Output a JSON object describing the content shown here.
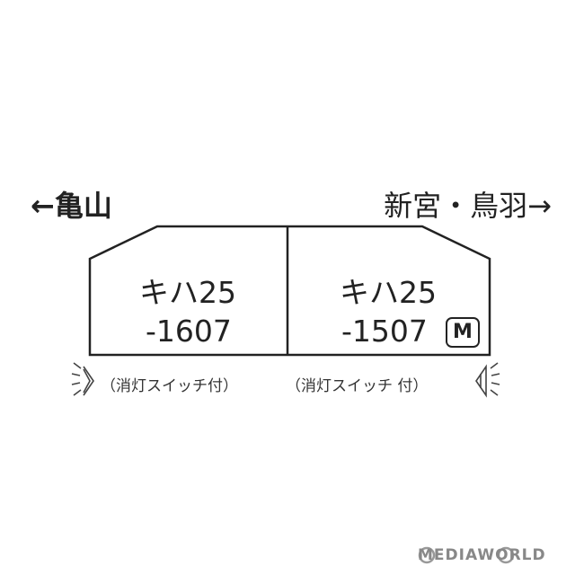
{
  "directions": {
    "left": "←亀山",
    "right": "新宮・鳥羽→"
  },
  "cars": [
    {
      "type": "キハ25",
      "number": "-1607",
      "note": "（消灯スイッチ付）"
    },
    {
      "type": "キハ25",
      "number": "-1507",
      "note": "（消灯スイッチ 付）",
      "badge": "M"
    }
  ],
  "icons": {
    "left_end": "headlight-icon",
    "right_end": "speaker-icon"
  },
  "watermark": "MEDIAWORLD"
}
